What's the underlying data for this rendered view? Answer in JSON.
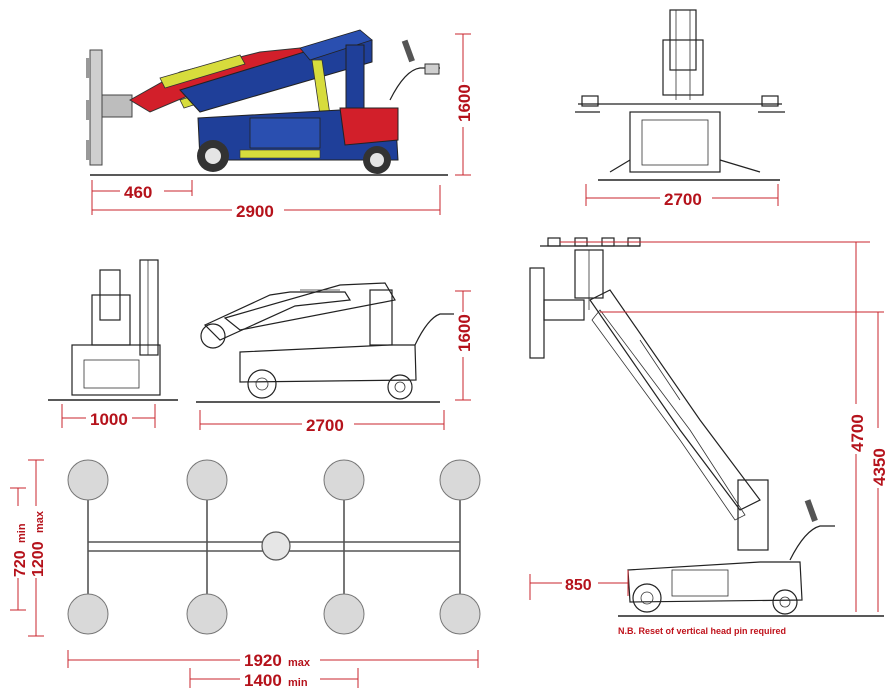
{
  "dimensions": {
    "side_colored_height": "1600",
    "side_colored_overhang": "460",
    "side_colored_length": "2900",
    "front_width": "2700",
    "small_front_width": "1000",
    "side_outline_length": "2700",
    "side_outline_height": "1600",
    "frame_height_max_value": "1200",
    "frame_height_max_unit": "max",
    "frame_height_min_value": "720",
    "frame_height_min_unit": "min",
    "frame_width_max_value": "1920",
    "frame_width_max_unit": "max",
    "frame_width_min_value": "1400",
    "frame_width_min_unit": "min",
    "extended_overhang": "850",
    "extended_height_total": "4700",
    "extended_height_pivot": "4350"
  },
  "note": "N.B. Reset of vertical head pin required",
  "colors": {
    "dimension": "#b5121b",
    "body_blue": "#1f3f99",
    "boom_red": "#d21f2a",
    "arm_yellow": "#d7dc3c"
  }
}
